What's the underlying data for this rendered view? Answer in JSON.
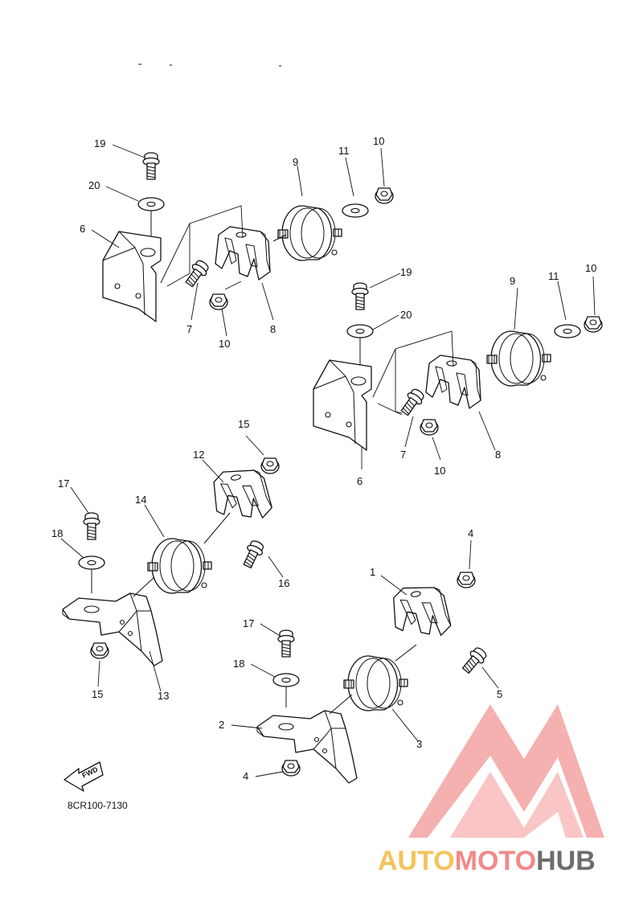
{
  "diagram": {
    "code": "8CR100-7130",
    "fwd": "FWD",
    "labels": {
      "l19a": "19",
      "l20a": "20",
      "l6a": "6",
      "l9a": "9",
      "l11a": "11",
      "l10a": "10",
      "l7a": "7",
      "l10b": "10",
      "l8a": "8",
      "l19b": "19",
      "l20b": "20",
      "l9b": "9",
      "l11b": "11",
      "l10c": "10",
      "l6b": "6",
      "l7b": "7",
      "l10d": "10",
      "l8b": "8",
      "l15a": "15",
      "l12": "12",
      "l17a": "17",
      "l14": "14",
      "l18a": "18",
      "l16": "16",
      "l15b": "15",
      "l13": "13",
      "l4a": "4",
      "l1": "1",
      "l17b": "17",
      "l18b": "18",
      "l5": "5",
      "l2": "2",
      "l3": "3",
      "l4b": "4"
    }
  },
  "watermark": {
    "part1": "AUTO",
    "part2": "MOTO",
    "part3": "HUB",
    "colors": {
      "auto": "#f5c35a",
      "moto": "#f08a8a",
      "hub": "#6d6d6d",
      "logo": "#f4a3a3"
    }
  }
}
